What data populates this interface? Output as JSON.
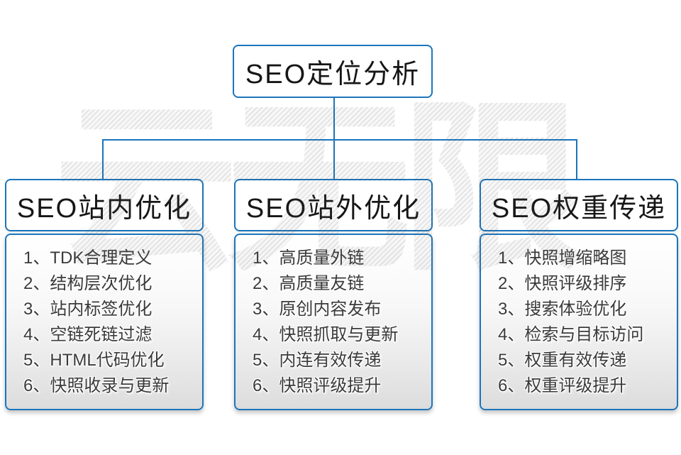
{
  "root": {
    "title": "SEO定位分析"
  },
  "watermark": "云无限",
  "columns": [
    {
      "title": "SEO站内优化",
      "items": [
        "1、TDK合理定义",
        "2、结构层次优化",
        "3、站内标签优化",
        "4、空链死链过滤",
        "5、HTML代码优化",
        "6、快照收录与更新"
      ]
    },
    {
      "title": "SEO站外优化",
      "items": [
        "1、高质量外链",
        "2、高质量友链",
        "3、原创内容发布",
        "4、快照抓取与更新",
        "5、内连有效传递",
        "6、快照评级提升"
      ]
    },
    {
      "title": "SEO权重传递",
      "items": [
        "1、快照增缩略图",
        "2、快照评级排序",
        "3、搜索体验优化",
        "4、检索与目标访问",
        "5、权重有效传递",
        "6、权重评级提升"
      ]
    }
  ],
  "colors": {
    "accent_blue": "#1b75bc",
    "title_text": "#161616",
    "item_text": "#3a3a3a",
    "box_fill_top": "#ffffff",
    "box_fill_bottom": "#dcdcdc",
    "watermark_gray": "#f0f0f0"
  }
}
